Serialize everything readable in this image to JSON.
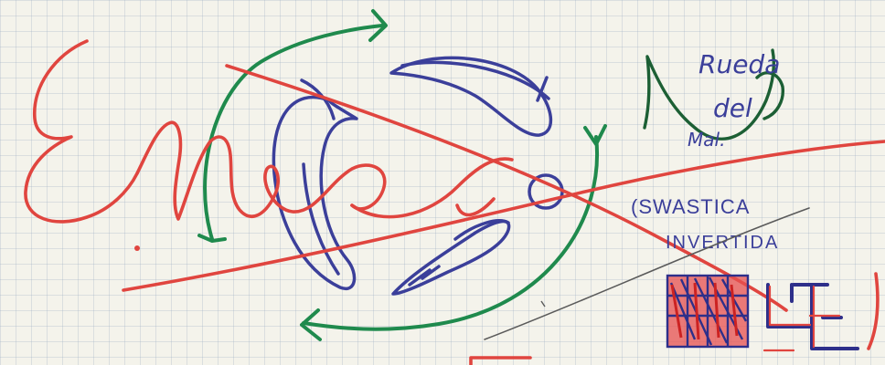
{
  "notes": {
    "wheel_label_line1": "Rueda",
    "wheel_label_line2": "del",
    "wheel_label_line3": "Mal.",
    "swastika_label_line1": "(SWASTICA",
    "swastika_label_line2": "INVERTIDA"
  },
  "colors": {
    "paper": "#f4f3eb",
    "grid": "#aabccd",
    "red_ink": "#e0453f",
    "blue_ink": "#3b3f9a",
    "green_ink": "#1f8a4d",
    "dark_green_ink": "#1c5f34",
    "gray_pencil": "#5a5a5a"
  }
}
